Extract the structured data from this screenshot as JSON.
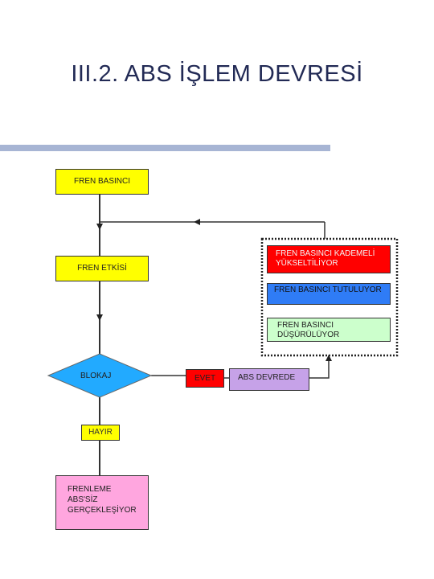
{
  "title": "III.2. ABS İŞLEM DEVRESİ",
  "nodes": {
    "fren_basinci": "FREN BASINCI",
    "fren_etkisi": "FREN ETKİSİ",
    "kademeli": "FREN BASINCI KADEMELİ YÜKSELTİLİYOR",
    "tutuluyor": "FREN BASINCI TUTULUYOR",
    "dusuruluyor": "FREN BASINCI DÜŞÜRÜLÜYOR",
    "blokaj": "BLOKAJ",
    "evet": "EVET",
    "abs_devrede": "ABS DEVREDE",
    "hayir": "HAYIR",
    "frenleme": "FRENLEME ABS'SİZ GERÇEKLEŞİYOR"
  },
  "colors": {
    "yellow": "#ffff00",
    "red": "#ff0000",
    "blue": "#2f7cf6",
    "light_green": "#ccffcc",
    "cyan": "#22aaff",
    "purple": "#c6a2e8",
    "pink": "#ffa6df"
  }
}
